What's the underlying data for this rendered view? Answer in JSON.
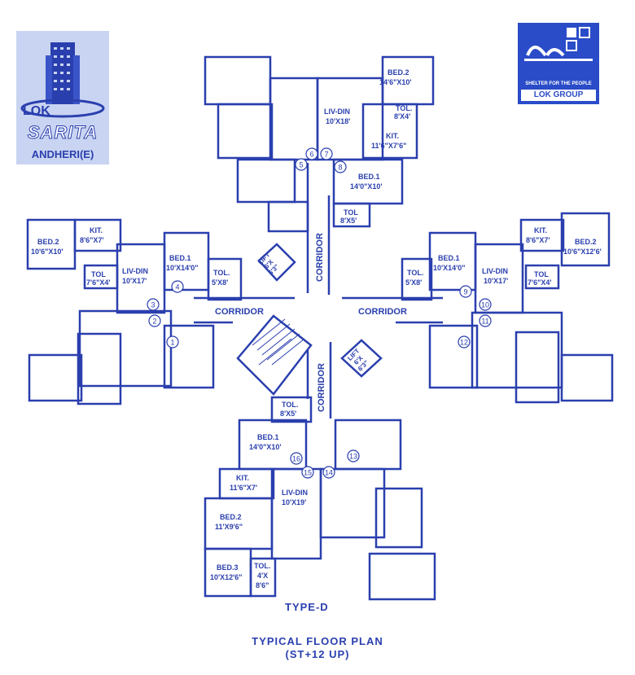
{
  "logo_left": {
    "brand": "SARITA",
    "place": "ANDHERI(E)",
    "wordmark": "LOK"
  },
  "logo_right": {
    "tagline": "SHELTER FOR THE PEOPLE",
    "group": "LOK GROUP"
  },
  "rooms": {
    "n_bed2": [
      "BED.2",
      "14'6\"X10'"
    ],
    "n_livdin": [
      "LIV-DIN",
      "10'X18'"
    ],
    "n_tol": [
      "TOL.",
      "8'X4'"
    ],
    "n_kit": [
      "KIT.",
      "11'6\"X7'6\""
    ],
    "n_bed1": [
      "BED.1",
      "14'0\"X10'"
    ],
    "n_tol2": [
      "TOL",
      "8'X5'"
    ],
    "w_kit": [
      "KIT.",
      "8'6\"X7'"
    ],
    "w_bed2": [
      "BED.2",
      "10'6\"X10'"
    ],
    "w_tol": [
      "TOL",
      "7'6\"X4'"
    ],
    "w_livdin": [
      "LIV-DIN",
      "10'X17'"
    ],
    "w_bed1": [
      "BED.1",
      "10'X14'0\""
    ],
    "w_tol2": [
      "TOL.",
      "5'X8'"
    ],
    "e_kit": [
      "KIT.",
      "8'6\"X7'"
    ],
    "e_bed2": [
      "BED.2",
      "10'6\"X12'6'"
    ],
    "e_bed1": [
      "BED.1",
      "10'X14'0\""
    ],
    "e_livdin": [
      "LIV-DIN",
      "10'X17'"
    ],
    "e_tol2": [
      "TOL.",
      "5'X8'"
    ],
    "e_tol": [
      "TOL",
      "7'6\"X4'"
    ],
    "s_tol": [
      "TOL.",
      "8'X5'"
    ],
    "s_bed1": [
      "BED.1",
      "14'0\"X10'"
    ],
    "s_kit": [
      "KIT.",
      "11'6\"X7'"
    ],
    "s_livdin": [
      "LIV-DIN",
      "10'X19'"
    ],
    "s_bed2": [
      "BED.2",
      "11'X9'6\""
    ],
    "s_bed3": [
      "BED.3",
      "10'X12'6\""
    ],
    "s_tol3": [
      "TOL.",
      "4'X",
      "8'6\""
    ]
  },
  "corridors": {
    "west": "CORRIDOR",
    "east": "CORRIDOR",
    "north": "CORRIDOR",
    "south": "CORRIDOR"
  },
  "lifts": {
    "north": [
      "LIFT",
      "6'X",
      "6'3\""
    ],
    "south": [
      "LIFT",
      "6'X",
      "6'3\""
    ]
  },
  "unit_numbers": [
    "1",
    "2",
    "3",
    "4",
    "5",
    "6",
    "7",
    "8",
    "9",
    "10",
    "11",
    "12",
    "13",
    "14",
    "15",
    "16"
  ],
  "type_label": "TYPE-D",
  "footer": {
    "line1": "TYPICAL FLOOR PLAN",
    "line2": "(ST+12 UP)"
  },
  "colors": {
    "ink": "#2a3fae",
    "logo_bg": "#c9d4f2",
    "brand_box": "#2a4cc8"
  }
}
